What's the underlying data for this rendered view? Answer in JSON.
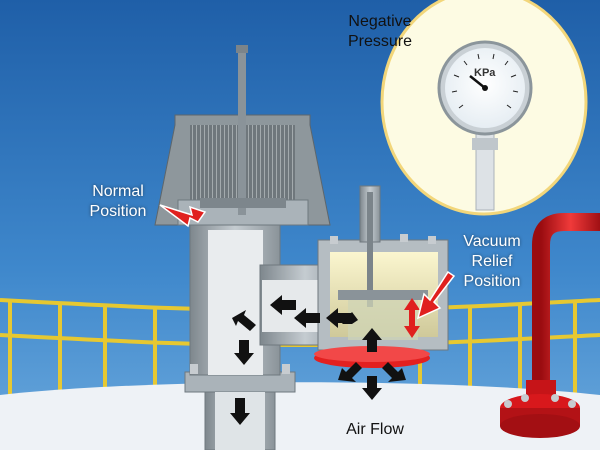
{
  "labels": {
    "negative_pressure_line1": "Negative",
    "negative_pressure_line2": "Pressure",
    "normal_position_line1": "Normal",
    "normal_position_line2": "Position",
    "vacuum_relief_line1": "Vacuum",
    "vacuum_relief_line2": "Relief",
    "vacuum_relief_line3": "Position",
    "air_flow": "Air Flow",
    "gauge_unit": "KPa"
  },
  "colors": {
    "sky": "#3a7fc4",
    "tank_top": "#eef2f6",
    "railing": "#e6c832",
    "valve_body": "#a9b2b8",
    "arrow_red": "#e0201e",
    "arrow_black": "#111111",
    "pipe_red": "#d8181c"
  },
  "icons": [
    "flow-arrow-icon",
    "pointer-arrow-icon",
    "pressure-gauge-icon"
  ]
}
